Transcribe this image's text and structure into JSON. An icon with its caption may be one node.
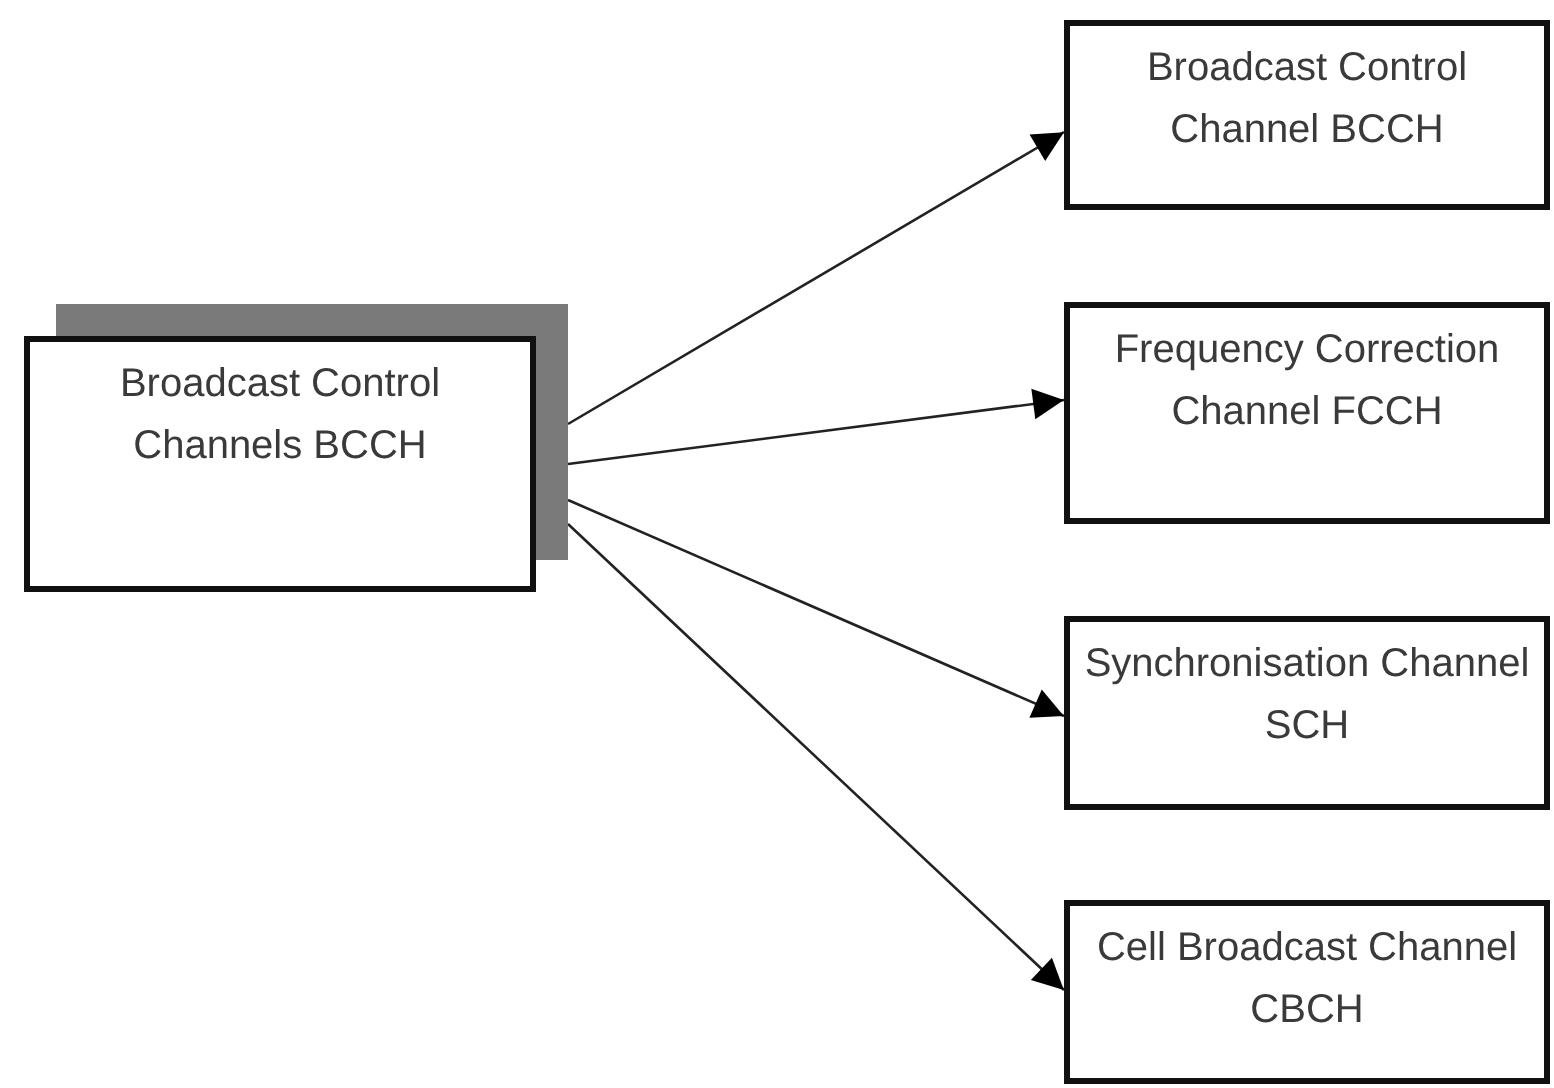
{
  "diagram": {
    "nodes": [
      {
        "text": [
          "Broadcast Control Channels BCCH"
        ]
      },
      {
        "text": [
          "Broadcast Control Channel BCCH"
        ]
      },
      {
        "text": [
          "Frequency Correction Channel FCCH"
        ]
      },
      {
        "text": [
          "Synchronisation Channel SCH"
        ]
      },
      {
        "text": [
          "Cell Broadcast Channel CBCH"
        ]
      }
    ],
    "edges": [
      {
        "from": 0,
        "to": 1,
        "arrow": "to"
      },
      {
        "from": 0,
        "to": 2,
        "arrow": "to"
      },
      {
        "from": 0,
        "to": 3,
        "arrow": "to"
      },
      {
        "from": 0,
        "to": 4,
        "arrow": "to"
      }
    ]
  }
}
